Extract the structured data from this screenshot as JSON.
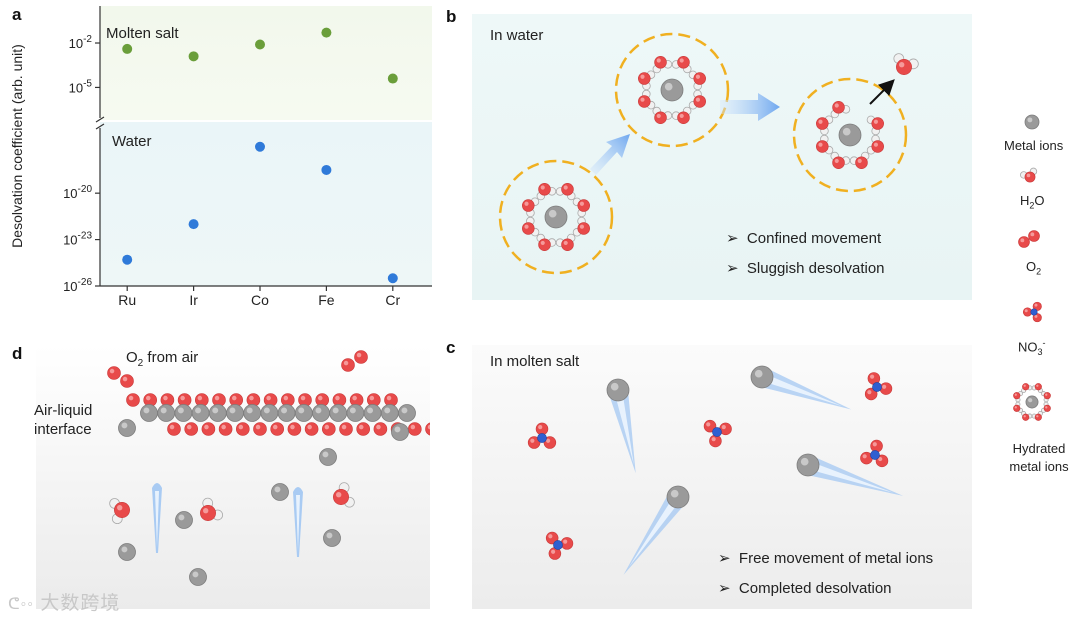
{
  "panel_labels": {
    "a": "a",
    "b": "b",
    "c": "c",
    "d": "d"
  },
  "chart_data": {
    "type": "scatter",
    "categories": [
      "Ru",
      "Ir",
      "Co",
      "Fe",
      "Cr"
    ],
    "ylabel": "Desolvation coefficient (arb. unit)",
    "log_scale": true,
    "broken_axis": true,
    "series": [
      {
        "name": "Molten salt",
        "color": "#6a9e3a",
        "log10_values": [
          -2.4,
          -2.9,
          -2.1,
          -1.3,
          -4.4
        ]
      },
      {
        "name": "Water",
        "color": "#2f7ad9",
        "log10_values": [
          -24.3,
          -22.0,
          -17.0,
          -18.5,
          -25.5
        ]
      }
    ],
    "top_ticks": [
      {
        "base": "10",
        "exp": "-2",
        "v": -2
      },
      {
        "base": "10",
        "exp": "-5",
        "v": -5
      }
    ],
    "bottom_ticks": [
      {
        "base": "10",
        "exp": "-20",
        "v": -20
      },
      {
        "base": "10",
        "exp": "-23",
        "v": -23
      },
      {
        "base": "10",
        "exp": "-26",
        "v": -26
      }
    ],
    "top_range": [
      -7.2,
      0.5
    ],
    "bottom_range": [
      -26,
      -15.4
    ],
    "grid": false
  },
  "panel_b": {
    "title": "In water",
    "bullets": [
      "Confined movement",
      "Sluggish desolvation"
    ]
  },
  "panel_c": {
    "title": "In molten salt",
    "bullets": [
      "Free movement of metal ions",
      "Completed desolvation"
    ]
  },
  "panel_d": {
    "o2_from_air": {
      "prefix": "O",
      "sub": "2",
      "suffix": " from air"
    },
    "interface_label": [
      "Air-liquid",
      "interface"
    ]
  },
  "legend": {
    "metal_ions": "Metal ions",
    "h2o": {
      "prefix": "H",
      "sub": "2",
      "suffix": "O"
    },
    "o2": {
      "prefix": "O",
      "sub": "2"
    },
    "no3": {
      "prefix": "NO",
      "sub": "3",
      "sup": "-"
    },
    "hydrated": [
      "Hydrated",
      "metal ions"
    ]
  },
  "bullet_glyph": "➢",
  "watermark": "大数跨境",
  "colors": {
    "oxygen": "#e84a4a",
    "hydrogen": "#f1f1f1",
    "metal": "#9a9a9a",
    "nitrogen": "#2f5fd1",
    "shell": "#f0b020"
  }
}
